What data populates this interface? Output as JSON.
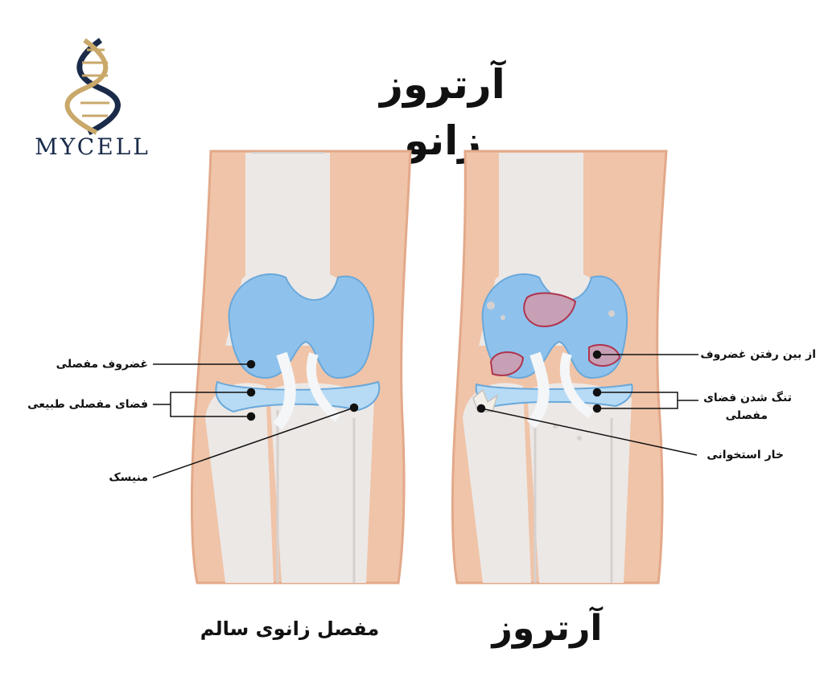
{
  "logo": {
    "text": "MYCELL",
    "icon": "dna-helix-icon"
  },
  "title": "آرتروز زانو",
  "panels": {
    "healthy": {
      "caption": "مفصل زانوی سالم",
      "labels": {
        "cartilage": "غضروف مفصلی",
        "joint_space": "فضای مفصلی طبیعی",
        "meniscus": "منیسک"
      }
    },
    "arthrosis": {
      "caption": "آرتروز",
      "labels": {
        "cartilage_loss": "از بین رفتن غضروف",
        "narrowing_line1": "تنگ شدن فضای",
        "narrowing_line2": "مفصلی",
        "bone_spur": "خار استخوانی"
      }
    }
  },
  "colors": {
    "skin": "#f0c4a8",
    "skin_edge": "#e3a98a",
    "bone": "#ece8e6",
    "bone_shadow": "#d6d1cf",
    "cartilage": "#8ec2ec",
    "cartilage_light": "#b7dbf5",
    "ligament": "#f4f6f8",
    "damage": "#c7a0b5",
    "damage_edge": "#b0344f",
    "spur": "#f2efe9",
    "text": "#111111",
    "logo": "#1a2b4a",
    "logo_gold": "#c9a86a"
  }
}
